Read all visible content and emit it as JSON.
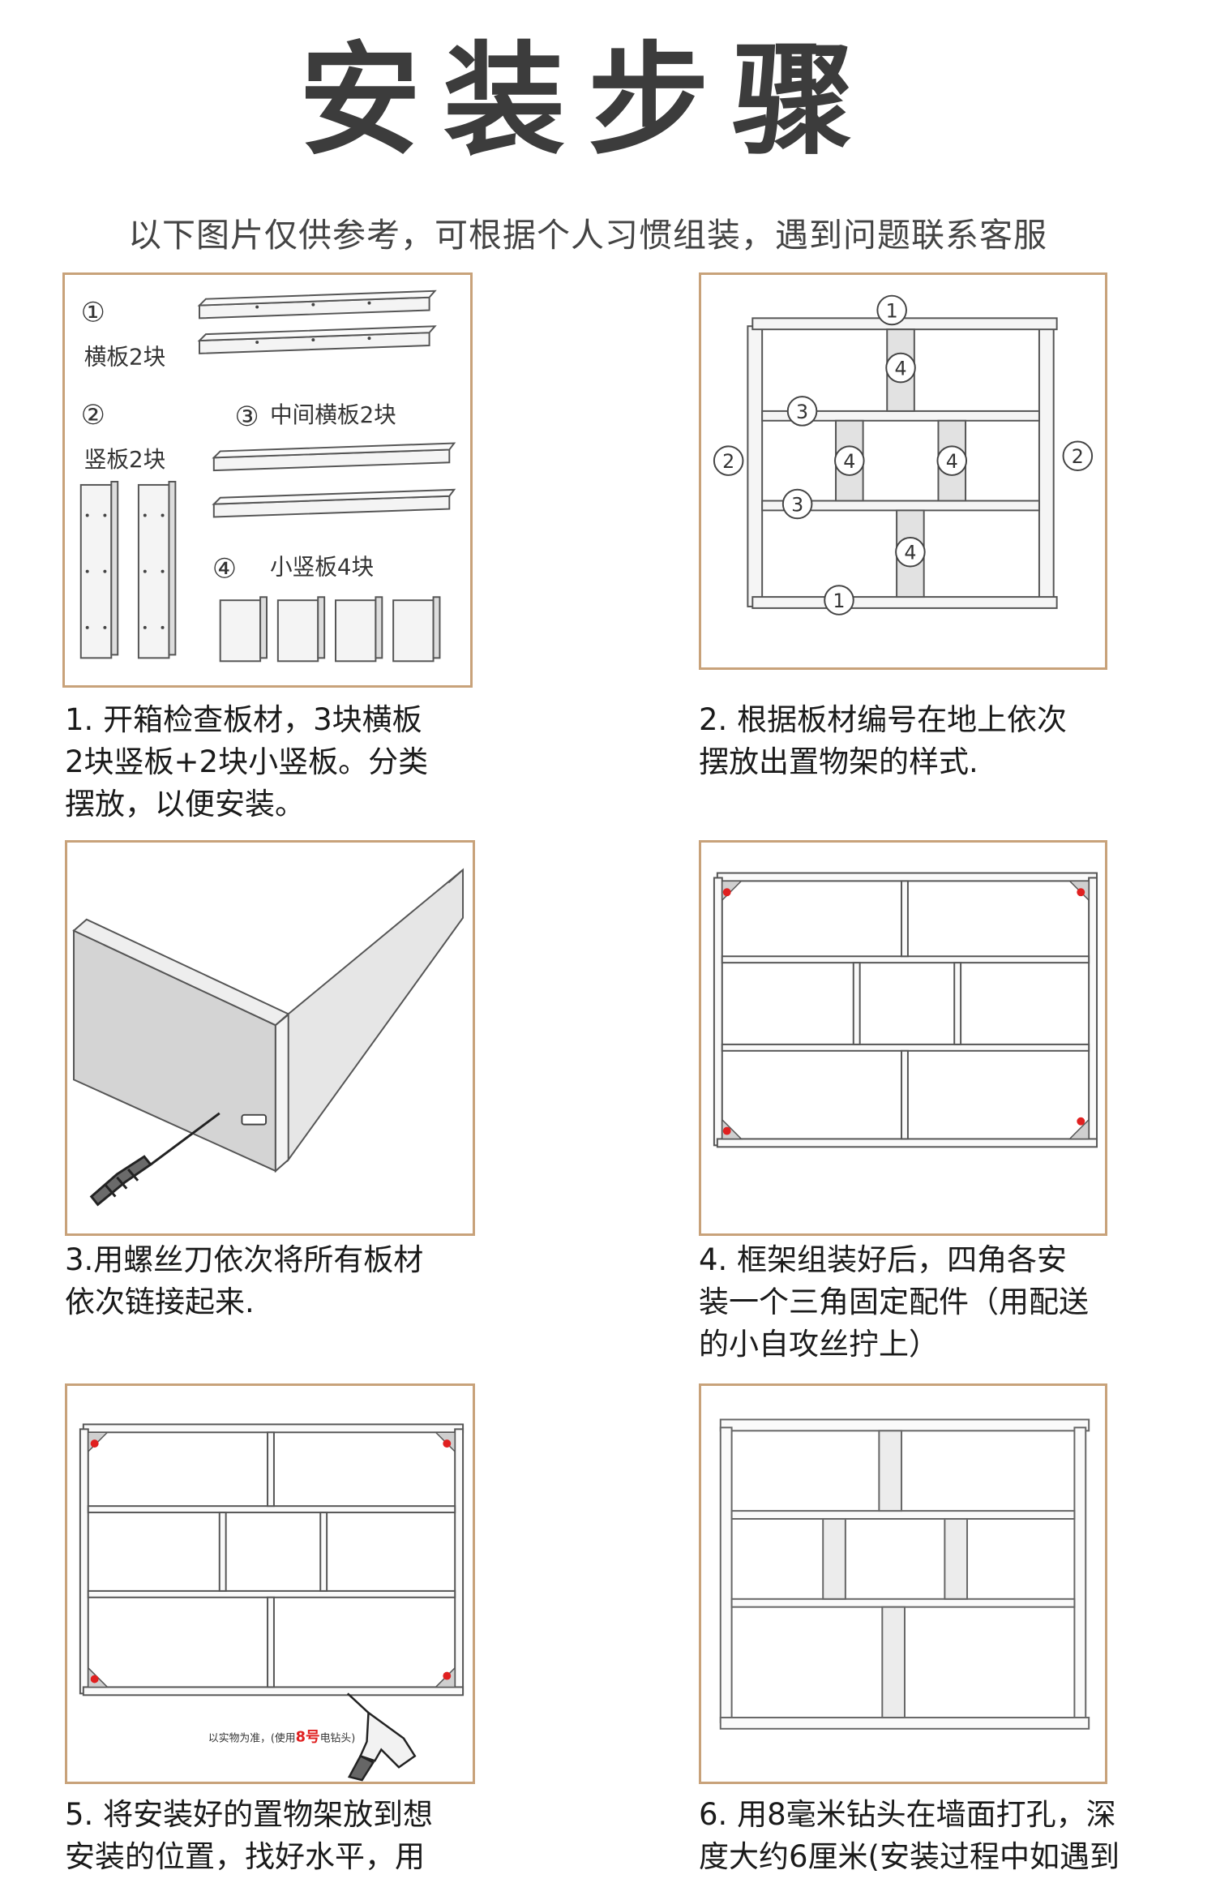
{
  "header": {
    "title": "安装步骤",
    "subtitle": "以下图片仅供参考，可根据个人习惯组装，遇到问题联系客服"
  },
  "panel1": {
    "num1": "①",
    "label1": "横板2块",
    "num2": "②",
    "label2": "竖板2块",
    "num3": "③",
    "label3": "中间横板2块",
    "num4": "④",
    "label4": "小竖板4块"
  },
  "panel2": {
    "top": "1",
    "bottom": "1",
    "left": "2",
    "right": "2",
    "shelf_a": "3",
    "shelf_b": "3",
    "div_a": "4",
    "div_b": "4",
    "div_c": "4",
    "div_d": "4"
  },
  "panel5": {
    "note_prefix": "以实物为准，(使用",
    "note_highlight": "8号",
    "note_suffix": "电钻头)"
  },
  "captions": {
    "step1": [
      "1. 开箱检查板材，3块横板",
      "2块竖板+2块小竖板。分类",
      "摆放，以便安装。"
    ],
    "step2": [
      "2. 根据板材编号在地上依次",
      "摆放出置物架的样式."
    ],
    "step3": [
      "3.用螺丝刀依次将所有板材",
      "依次链接起来."
    ],
    "step4": [
      "4. 框架组装好后，四角各安",
      "装一个三角固定配件（用配送",
      "的小自攻丝拧上）"
    ],
    "step5": [
      "5. 将安装好的置物架放到想",
      "安装的位置，找好水平，用"
    ],
    "step6": [
      "6. 用8毫米钻头在墙面打孔，深",
      "度大约6厘米(安装过程中如遇到"
    ]
  },
  "colors": {
    "frame": "#c8a27a",
    "highlight": "#e02020"
  }
}
